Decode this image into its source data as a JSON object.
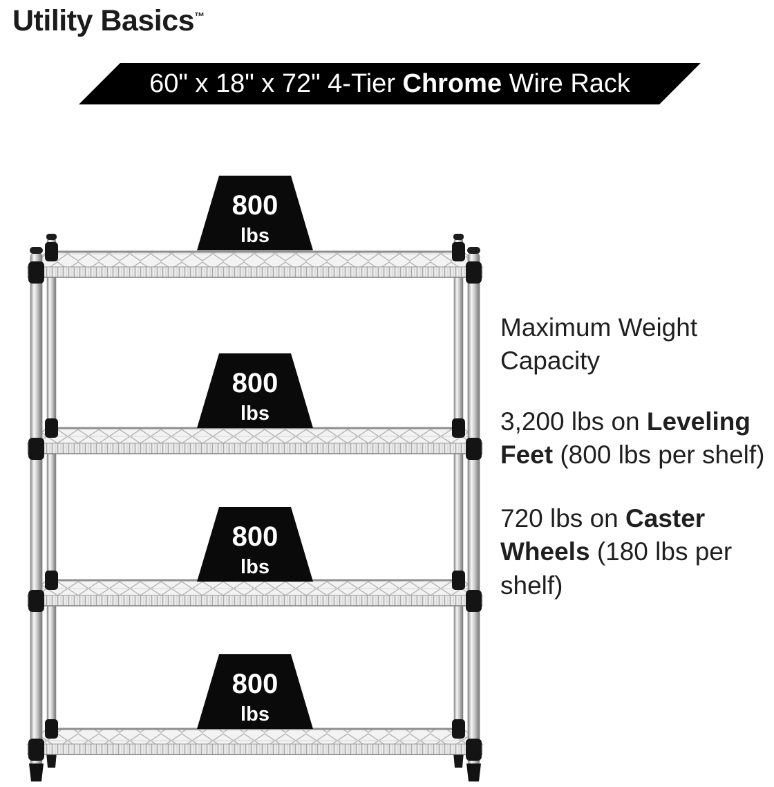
{
  "brand": {
    "name": "Utility Basics",
    "tm": "™"
  },
  "banner": {
    "pre": "60\" x 18\" x 72\" 4-Tier ",
    "bold": "Chrome",
    "post": " Wire Rack"
  },
  "rack": {
    "labels": [
      {
        "value": "800",
        "unit": "lbs"
      },
      {
        "value": "800",
        "unit": "lbs"
      },
      {
        "value": "800",
        "unit": "lbs"
      },
      {
        "value": "800",
        "unit": "lbs"
      }
    ]
  },
  "info": {
    "heading": "Maximum Weight Capacity",
    "items": [
      {
        "pre": "3,200 lbs on ",
        "bold": "Leveling Feet",
        "post": " (800 lbs per shelf)"
      },
      {
        "pre": "720 lbs on ",
        "bold": "Caster Wheels",
        "post": " (180 lbs per shelf)"
      }
    ]
  },
  "colors": {
    "banner_bg": "#000000",
    "banner_text": "#ffffff",
    "label_bg": "#0a0a0a",
    "label_text": "#ffffff",
    "body_text": "#1f1f1f",
    "chrome_light": "#f7f7f7",
    "chrome_dark": "#787878"
  }
}
